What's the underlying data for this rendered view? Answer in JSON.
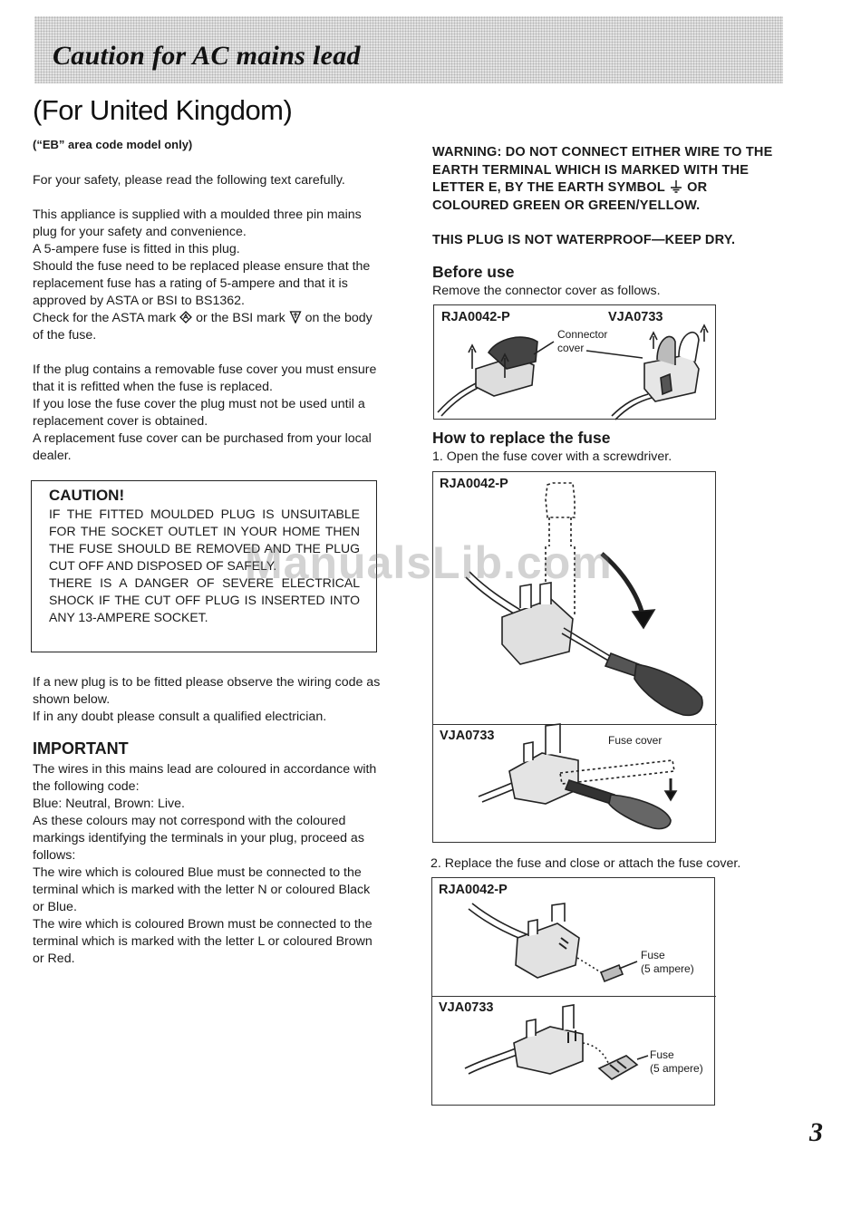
{
  "header": {
    "banner_title": "Caution for AC mains lead"
  },
  "page": {
    "title": "(For United Kingdom)",
    "subtitle": "(“EB” area code model only)",
    "page_number": "3",
    "watermark": "ManualsLib.com"
  },
  "left": {
    "safety": "For your safety, please read the following text carefully.",
    "supply_1": "This appliance is supplied with a moulded three pin mains plug for your safety and convenience.",
    "supply_2": "A 5-ampere fuse is fitted in this plug.",
    "supply_3": "Should the fuse need to be replaced please ensure that the replacement fuse has a rating of 5-ampere and that it is approved by ASTA or BSI to BS1362.",
    "check_a": "Check for the ASTA mark",
    "check_b": "or the BSI mark",
    "check_c": "on the body of the fuse.",
    "cover_1": "If the plug contains a removable fuse cover you must ensure that it is refitted when the fuse is replaced.",
    "cover_2": "If you lose the fuse cover the plug must not be used until a replacement cover is obtained.",
    "cover_3": "A replacement fuse cover can be purchased from your local dealer.",
    "caution_title": "CAUTION!",
    "caution_1": "IF THE FITTED MOULDED PLUG IS UNSUITABLE FOR THE SOCKET OUTLET IN YOUR HOME THEN THE FUSE SHOULD BE REMOVED AND THE PLUG CUT OFF AND DISPOSED OF SAFELY.",
    "caution_2": "THERE IS A DANGER OF SEVERE ELECTRICAL SHOCK IF THE CUT OFF PLUG IS INSERTED INTO ANY 13-AMPERE SOCKET.",
    "new_plug_1": "If a new plug is to be fitted please observe the wiring code as shown below.",
    "new_plug_2": "If in any doubt please consult a qualified electrician.",
    "important_title": "IMPORTANT",
    "important_1": "The wires in this mains lead are coloured in accordance with the following code:",
    "important_2": "Blue: Neutral, Brown: Live.",
    "important_3": "As these colours may not correspond with the coloured markings identifying the terminals in your plug, proceed as follows:",
    "important_4": "The wire which is coloured Blue must be connected to the terminal which is marked with the letter N or coloured Black or Blue.",
    "important_5": "The wire which is coloured Brown must be connected to the terminal which is marked with the letter L or coloured Brown or Red."
  },
  "right": {
    "warning_a": "WARNING: DO NOT CONNECT EITHER WIRE TO THE EARTH TERMINAL WHICH IS MARKED WITH THE LETTER E, BY THE EARTH SYMBOL",
    "warning_b": "OR COLOURED GREEN OR GREEN/YELLOW.",
    "not_waterproof": "THIS PLUG IS NOT WATERPROOF—KEEP DRY.",
    "before_use_title": "Before use",
    "before_use_text": "Remove the connector cover as follows.",
    "replace_title": "How to replace the fuse",
    "step1": "1.  Open the fuse cover with a screwdriver.",
    "step2": "2.  Replace the fuse and close or attach the fuse cover."
  },
  "figures": {
    "model_a": "RJA0042-P",
    "model_b": "VJA0733",
    "connector_cover": "Connector\ncover",
    "fuse_cover": "Fuse cover",
    "fuse": "Fuse\n(5 ampere)"
  },
  "icons": [
    "asta-mark-icon",
    "bsi-kitemark-icon",
    "earth-symbol-icon",
    "plug-illustration",
    "screwdriver-illustration",
    "fuse-illustration"
  ]
}
